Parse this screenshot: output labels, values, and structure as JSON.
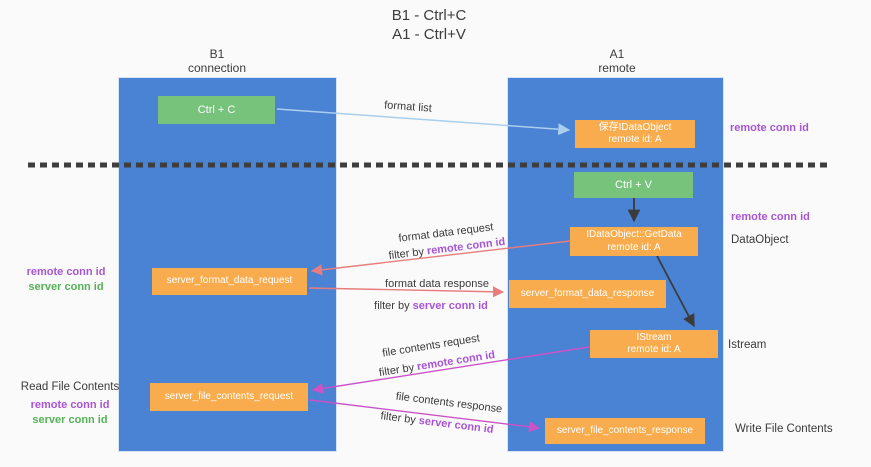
{
  "title": {
    "line1": "B1 - Ctrl+C",
    "line2": "A1 - Ctrl+V"
  },
  "lanes": {
    "left": {
      "name": "B1",
      "subtitle": "connection"
    },
    "right": {
      "name": "A1",
      "subtitle": "remote"
    }
  },
  "nodes": {
    "ctrl_c": {
      "label": "Ctrl + C"
    },
    "ctrl_v": {
      "label": "Ctrl + V"
    },
    "save_idataobject": {
      "line1": "保存IDataObject",
      "line2": "remote id: A"
    },
    "getdata": {
      "line1": "IDataObject::GetData",
      "line2": "remote id: A"
    },
    "istream": {
      "line1": "IStream",
      "line2": "remote id: A"
    },
    "server_format_data_request": {
      "label": "server_format_data_request"
    },
    "server_format_data_response": {
      "label": "server_format_data_response"
    },
    "server_file_contents_request": {
      "label": "server_file_contents_request"
    },
    "server_file_contents_response": {
      "label": "server_file_contents_response"
    }
  },
  "edge_labels": {
    "format_list": "format list",
    "format_data_request": "format data request",
    "format_data_request_filter": {
      "prefix": "filter by ",
      "key": "remote conn id"
    },
    "format_data_response": "format data response",
    "format_data_response_filter": {
      "prefix": "filter by ",
      "key": "server conn id"
    },
    "file_contents_request": "file contents request",
    "file_contents_request_filter": {
      "prefix": "filter by ",
      "key": "remote conn id"
    },
    "file_contents_response": "file contents response",
    "file_contents_response_filter": {
      "prefix": "filter by ",
      "key": "server conn id"
    }
  },
  "annotations": {
    "right_remote_conn_id_top": "remote conn id",
    "right_remote_conn_id_mid": "remote conn id",
    "right_dataobject": "DataObject",
    "right_istream": "Istream",
    "right_write_file_contents": "Write File Contents",
    "left_remote_conn_id_mid": "remote conn id",
    "left_server_conn_id_mid": "server conn id",
    "left_read_file_contents": "Read File Contents",
    "left_remote_conn_id_bottom": "remote conn id",
    "left_server_conn_id_bottom": "server conn id"
  },
  "colors": {
    "lane_fill": "#4A82D4",
    "node_orange": "#F9AC4D",
    "node_green": "#77C37C",
    "arrow_light_blue": "#A9CFEC",
    "arrow_red": "#E87D7D",
    "arrow_magenta": "#CC52C8",
    "arrow_black": "#3B3B3B",
    "separator_dash": "#3E3E3E",
    "highlight_purple": "#A855D4",
    "highlight_green": "#56B158",
    "background": "#FAFAFA"
  }
}
